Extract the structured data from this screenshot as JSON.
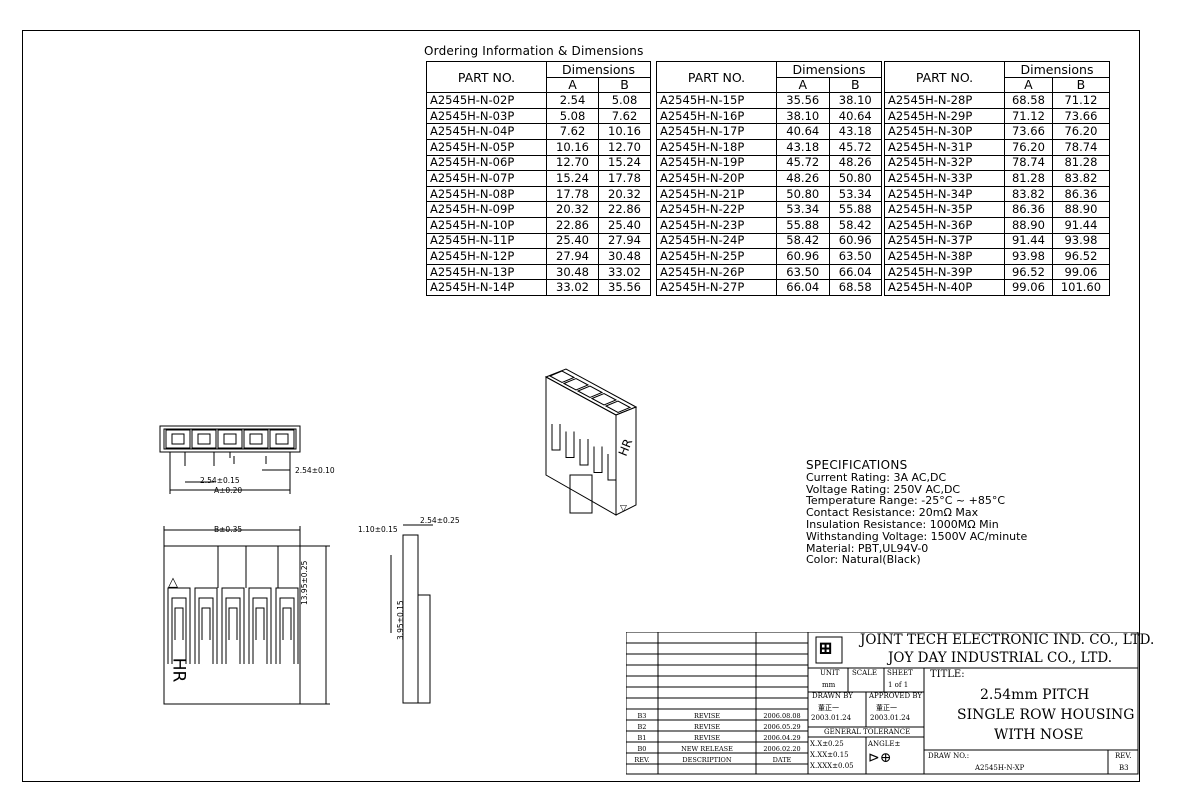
{
  "ordering": {
    "title": "Ordering Information & Dimensions",
    "header_part": "PART NO.",
    "header_dims": "Dimensions",
    "header_a": "A",
    "header_b": "B",
    "rows": [
      [
        "A2545H-N-02P",
        "2.54",
        "5.08",
        "A2545H-N-15P",
        "35.56",
        "38.10",
        "A2545H-N-28P",
        "68.58",
        "71.12"
      ],
      [
        "A2545H-N-03P",
        "5.08",
        "7.62",
        "A2545H-N-16P",
        "38.10",
        "40.64",
        "A2545H-N-29P",
        "71.12",
        "73.66"
      ],
      [
        "A2545H-N-04P",
        "7.62",
        "10.16",
        "A2545H-N-17P",
        "40.64",
        "43.18",
        "A2545H-N-30P",
        "73.66",
        "76.20"
      ],
      [
        "A2545H-N-05P",
        "10.16",
        "12.70",
        "A2545H-N-18P",
        "43.18",
        "45.72",
        "A2545H-N-31P",
        "76.20",
        "78.74"
      ],
      [
        "A2545H-N-06P",
        "12.70",
        "15.24",
        "A2545H-N-19P",
        "45.72",
        "48.26",
        "A2545H-N-32P",
        "78.74",
        "81.28"
      ],
      [
        "A2545H-N-07P",
        "15.24",
        "17.78",
        "A2545H-N-20P",
        "48.26",
        "50.80",
        "A2545H-N-33P",
        "81.28",
        "83.82"
      ],
      [
        "A2545H-N-08P",
        "17.78",
        "20.32",
        "A2545H-N-21P",
        "50.80",
        "53.34",
        "A2545H-N-34P",
        "83.82",
        "86.36"
      ],
      [
        "A2545H-N-09P",
        "20.32",
        "22.86",
        "A2545H-N-22P",
        "53.34",
        "55.88",
        "A2545H-N-35P",
        "86.36",
        "88.90"
      ],
      [
        "A2545H-N-10P",
        "22.86",
        "25.40",
        "A2545H-N-23P",
        "55.88",
        "58.42",
        "A2545H-N-36P",
        "88.90",
        "91.44"
      ],
      [
        "A2545H-N-11P",
        "25.40",
        "27.94",
        "A2545H-N-24P",
        "58.42",
        "60.96",
        "A2545H-N-37P",
        "91.44",
        "93.98"
      ],
      [
        "A2545H-N-12P",
        "27.94",
        "30.48",
        "A2545H-N-25P",
        "60.96",
        "63.50",
        "A2545H-N-38P",
        "93.98",
        "96.52"
      ],
      [
        "A2545H-N-13P",
        "30.48",
        "33.02",
        "A2545H-N-26P",
        "63.50",
        "66.04",
        "A2545H-N-39P",
        "96.52",
        "99.06"
      ],
      [
        "A2545H-N-14P",
        "33.02",
        "35.56",
        "A2545H-N-27P",
        "66.04",
        "68.58",
        "A2545H-N-40P",
        "99.06",
        "101.60"
      ]
    ]
  },
  "specs": {
    "title": "SPECIFICATIONS",
    "lines": [
      "Current Rating: 3A AC,DC",
      "Voltage Rating: 250V AC,DC",
      "Temperature Range: -25°C ~ +85°C",
      "Contact Resistance: 20mΩ Max",
      "Insulation Resistance: 1000MΩ Min",
      "Withstanding Voltage: 1500V AC/minute",
      "Material: PBT,UL94V-0",
      "Color: Natural(Black)"
    ]
  },
  "dimensions": {
    "pitch_top": "2.54±0.10",
    "pitch_bottom": "2.54±0.15",
    "a_dim": "A±0.20",
    "b_dim": "B±0.35",
    "height": "13.95±0.25",
    "side_width": "1.10±0.15",
    "side_pitch": "2.54±0.25",
    "side_height": "3.95±0.15",
    "marking": "HR",
    "arrow": "△",
    "iso_arrow": "▽"
  },
  "title_block": {
    "company1": "JOINT TECH ELECTRONIC IND. CO., LTD.",
    "company2": "JOY DAY INDUSTRIAL CO., LTD.",
    "unit_label": "UNIT",
    "scale_label": "SCALE",
    "sheet_label": "SHEET",
    "unit_val": "mm",
    "sheet_val": "1 of 1",
    "drawn_label": "DRAWN BY",
    "approved_label": "APPROVED BY",
    "drawn_name": "董正一",
    "approved_name": "董正一",
    "drawn_date": "2003.01.24",
    "approved_date": "2003.01.24",
    "general_tol": "GENERAL TOLERANCE",
    "tol1": "X.X±0.25",
    "tol2": "X.XX±0.15",
    "tol3": "X.XXX±0.05",
    "angle": "ANGLE±",
    "title_label": "TITLE:",
    "title_line1": "2.54mm PITCH",
    "title_line2": "SINGLE ROW HOUSING",
    "title_line3": "WITH NOSE",
    "drawno_label": "DRAW NO.:",
    "drawno_val": "A2545H-N-XP",
    "rev_label": "REV.",
    "rev_val": "B3",
    "revisions": [
      [
        "B3",
        "REVISE",
        "2006.08.08"
      ],
      [
        "B2",
        "REVISE",
        "2006.05.29"
      ],
      [
        "B1",
        "REVISE",
        "2006.04.29"
      ],
      [
        "B0",
        "NEW RELEASE",
        "2006.02.20"
      ],
      [
        "REV.",
        "DESCRIPTION",
        "DATE"
      ]
    ]
  }
}
